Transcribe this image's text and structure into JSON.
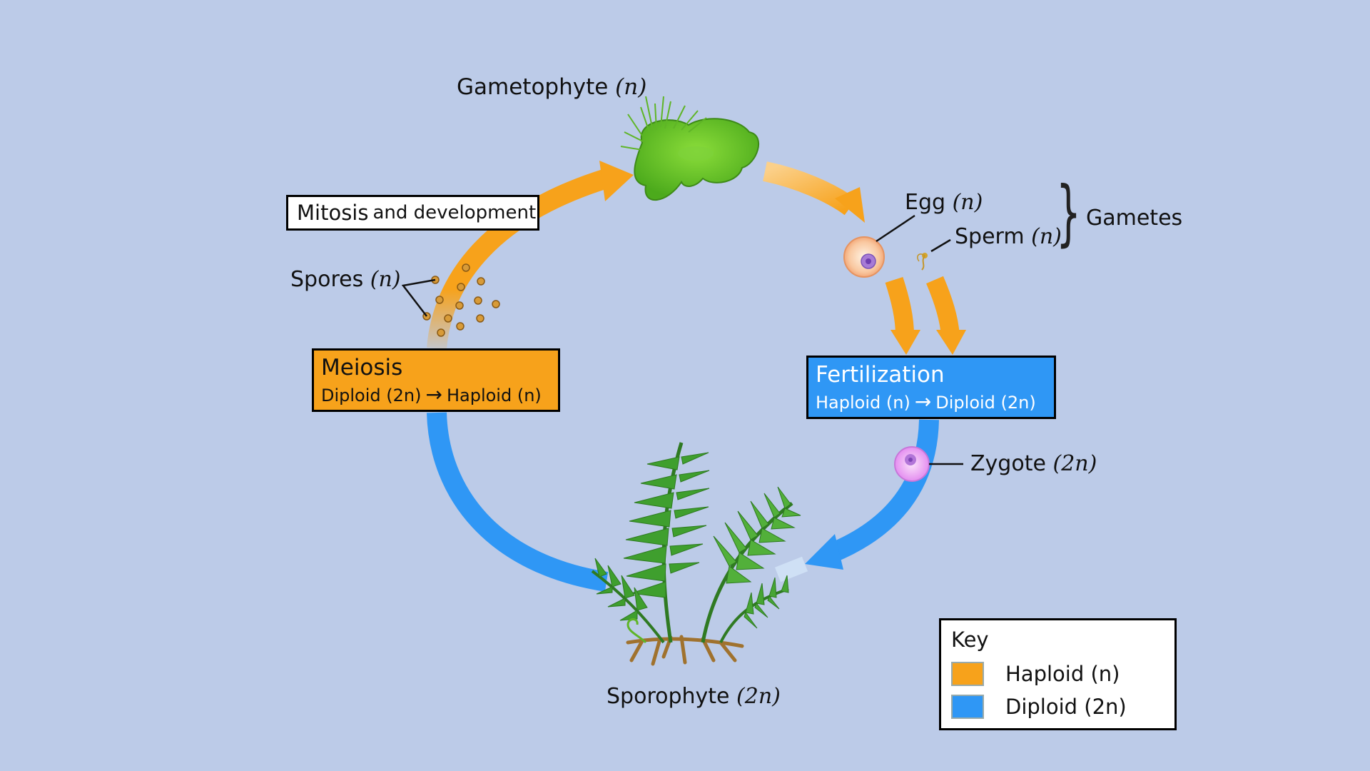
{
  "labels": {
    "gametophyte": {
      "text": "Gametophyte",
      "ploidy": "(n)"
    },
    "egg": {
      "text": "Egg",
      "ploidy": "(n)"
    },
    "sperm": {
      "text": "Sperm",
      "ploidy": "(n)"
    },
    "gametes": "Gametes",
    "spores": {
      "text": "Spores",
      "ploidy": "(n)"
    },
    "zygote": {
      "text": "Zygote",
      "ploidy": "(2n)"
    },
    "sporophyte": {
      "text": "Sporophyte",
      "ploidy": "(2n)"
    }
  },
  "boxes": {
    "mitosis": {
      "big": "Mitosis",
      "rest": "and development"
    },
    "meiosis": {
      "title": "Meiosis",
      "from": "Diploid (2n)",
      "arrow": "→",
      "to": "Haploid (n)"
    },
    "fertilization": {
      "title": "Fertilization",
      "from": "Haploid (n)",
      "arrow": "→",
      "to": "Diploid (2n)"
    }
  },
  "key": {
    "title": "Key",
    "items": [
      {
        "label": "Haploid (n)",
        "color": "#f7a21b"
      },
      {
        "label": "Diploid (2n)",
        "color": "#2f97f5"
      }
    ]
  },
  "colors": {
    "background": "#bccbe8",
    "haploid": "#f7a21b",
    "diploid": "#2f97f5",
    "gametophyte_green": "#6cc92a",
    "fern_green": "#3f8f2e",
    "root_brown": "#a0722e"
  },
  "icons": [
    "gametophyte-icon",
    "fern-sporophyte-icon",
    "egg-cell-icon",
    "sperm-cell-icon",
    "zygote-cell-icon",
    "spore-dot-icon"
  ]
}
